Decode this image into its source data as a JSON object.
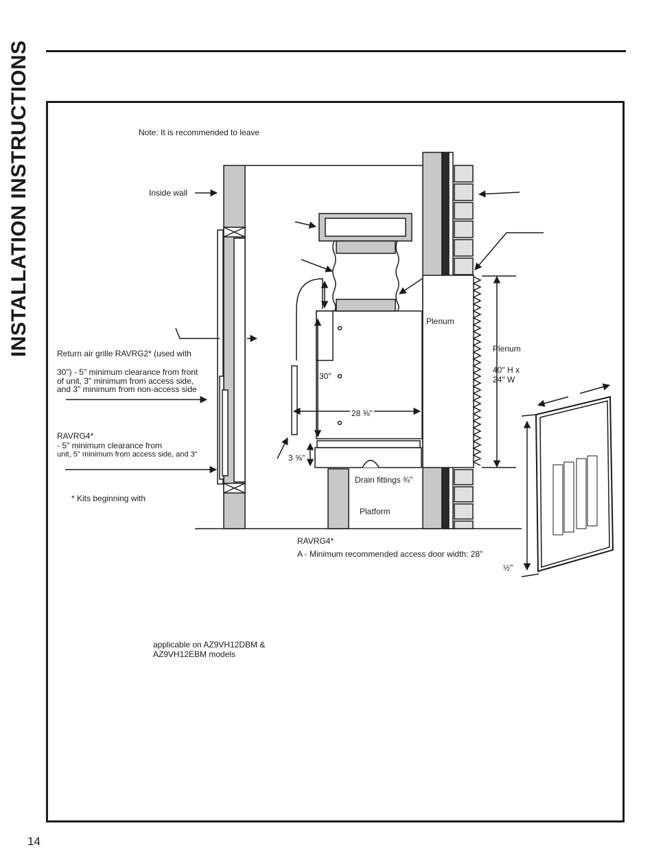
{
  "header": {
    "side_title": "INSTALLATION INSTRUCTIONS"
  },
  "diagram": {
    "note": "Note: It is recommended to leave",
    "inside_wall": "Inside wall",
    "plenum": "Plenum",
    "plenum_right": "Plenum",
    "plenum_size_line1": "40\" H x",
    "plenum_size_line2": "24\" W",
    "dim_30": "30\"",
    "dim_28": "28 ⅜\"",
    "dim_3": "3 ⅝\"",
    "drain_fittings": "Drain fittings ¾\"",
    "platform": "Platform",
    "grille_ravrg2": "Return air grille RAVRG2* (used with",
    "clearance_ravrg2_1": "30\") - 5\" minimum clearance from front",
    "clearance_ravrg2_2": "of unit, 3\" minimum from access side,",
    "clearance_ravrg2_3": "and 3\" minimum from non-access side",
    "ravrg4_title": "RAVRG4*",
    "ravrg4_line1": "- 5\" minimum clearance from",
    "ravrg4_line2": "unit, 5\" minimum from access side, and 3\"",
    "kits_note": "* Kits beginning with",
    "ravrg4_caption": "RAVRG4*",
    "access_door": "A - Minimum recommended access door width: 28\"",
    "half_inch": "½\"",
    "applicable_1": "applicable on AZ9VH12DBM &",
    "applicable_2": "AZ9VH12EBM models"
  },
  "footer": {
    "page_number": "14"
  },
  "colors": {
    "ink": "#1a1a1a",
    "wall_gray": "#c8c8c8",
    "brick_gray": "#e0e0e0"
  }
}
